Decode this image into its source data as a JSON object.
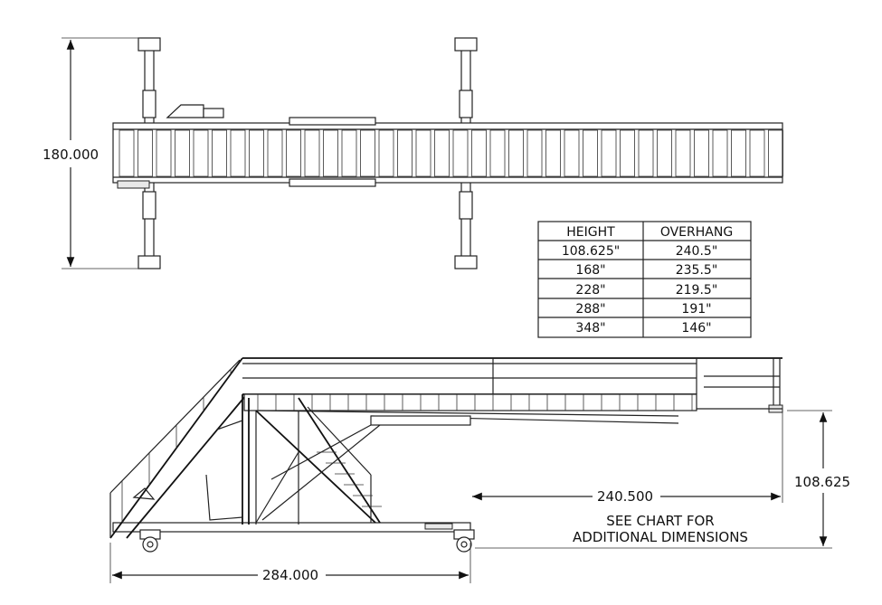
{
  "dimensions": {
    "top_view_width": "180.000",
    "overall_length": "284.000",
    "overhang": "240.500",
    "height": "108.625"
  },
  "note": {
    "line1": "SEE CHART FOR",
    "line2": "ADDITIONAL DIMENSIONS"
  },
  "table": {
    "headers": [
      "HEIGHT",
      "OVERHANG"
    ],
    "rows": [
      [
        "108.625\"",
        "240.5\""
      ],
      [
        "168\"",
        "235.5\""
      ],
      [
        "228\"",
        "219.5\""
      ],
      [
        "288\"",
        "191\""
      ],
      [
        "348\"",
        "146\""
      ]
    ]
  }
}
